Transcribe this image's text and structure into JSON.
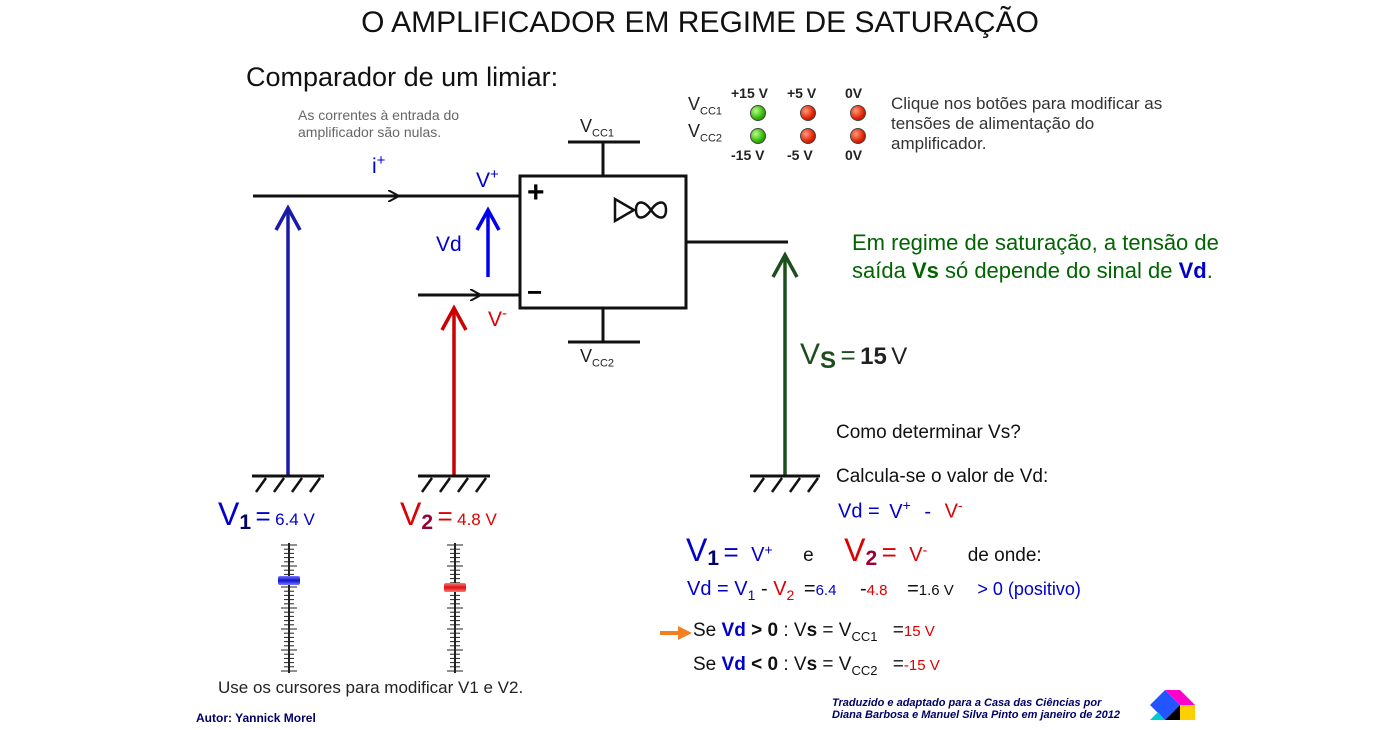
{
  "title": "O AMPLIFICADOR EM REGIME DE SATURAÇÃO",
  "subtitle": "Comparador de um limiar:",
  "note_currents": "As correntes à entrada do amplificador são nulas.",
  "instruction": "Clique nos botões para modificar as tensões de alimentação do amplificador.",
  "supply": {
    "row1_label": "V",
    "row1_sub": "CC1",
    "row2_label": "V",
    "row2_sub": "CC2",
    "top_headers": [
      "+15 V",
      "+5 V",
      "0V"
    ],
    "bottom_headers": [
      "-15 V",
      "-5 V",
      "0V"
    ],
    "row1_leds": [
      "green",
      "red",
      "red"
    ],
    "row2_leds": [
      "green",
      "red",
      "red"
    ]
  },
  "opamp": {
    "plus": "+",
    "minus": "−",
    "vcc1_label": "V",
    "vcc1_sub": "CC1",
    "vcc2_label": "V",
    "vcc2_sub": "CC2"
  },
  "labels": {
    "i_plus": "i",
    "plus_sup": "+",
    "v_plus": "V",
    "minus_sup": "-",
    "v_minus": "V",
    "vd": "Vd"
  },
  "green_text": {
    "part1": "Em regime de saturação, a tensão de saída ",
    "vs": "Vs",
    "part2": " só depende do sinal de ",
    "vd": "Vd",
    "part3": "."
  },
  "output": {
    "vs_label": "V",
    "vs_sub": "S",
    "eq": "=",
    "value": "15",
    "unit": "V"
  },
  "inputs": {
    "v1_label": "V",
    "v1_sub": "1",
    "v1_eq": "=",
    "v1_value": "6.4 V",
    "v2_label": "V",
    "v2_sub": "2",
    "v2_eq": "=",
    "v2_value": "4.8 V",
    "v1_level": 6.4,
    "v2_level": 4.8
  },
  "explanation": {
    "q": "Como determinar Vs?",
    "calc": "Calcula-se o valor de Vd:",
    "vd_eq_left": "Vd =",
    "vd_v": "V",
    "vd_plus": "+",
    "vd_dash": "-",
    "vd_minus": "-",
    "line3_e": "e",
    "line3_onde": "de onde:",
    "vd2_left": "Vd = V",
    "vd2_sub1": "1",
    "vd2_dash": " - ",
    "vd2_v2": "V",
    "vd2_sub2": "2",
    "vd2_eq": "=",
    "vd2_v1val": "6.4",
    "vd2_v2val": "4.8",
    "vd2_eq2": "=",
    "vd2_result": "1.6 V",
    "vd2_positive": "> 0 (positivo)",
    "rule1_se": "Se ",
    "rule1_vd": "Vd",
    "rule1_cond": " > 0",
    "rule1_mid": " : V",
    "rule1_s": "s",
    "rule1_eq": " = V",
    "rule1_sub": "CC1",
    "rule1_eq2": "=",
    "rule1_val": "15 V",
    "rule2_se": "Se ",
    "rule2_vd": "Vd",
    "rule2_cond": " < 0",
    "rule2_mid": " : V",
    "rule2_s": "s",
    "rule2_eq": " = V",
    "rule2_sub": "CC2",
    "rule2_eq2": "=",
    "rule2_val": "-15 V"
  },
  "cursor_note": "Use os cursores para modificar V1 e V2.",
  "author": "Autor: Yannick Morel",
  "credit_line1": "Traduzido e adaptado para a Casa das Ciências por",
  "credit_line2": "Diana Barbosa e Manuel Silva Pinto em janeiro de 2012",
  "colors": {
    "blue": "#0000cc",
    "red": "#dd0000",
    "green": "#006400",
    "dark_green": "#1e4d1e"
  }
}
